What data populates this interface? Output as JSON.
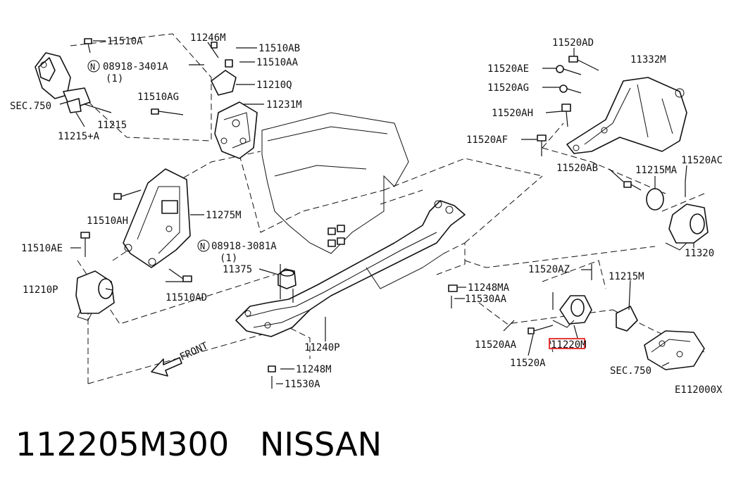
{
  "caption": "112205M300   NISSAN",
  "diagram_id": "E112000X",
  "front_label": "FRONT",
  "highlight_color": "#e53935",
  "labels": {
    "p11510A": "11510A",
    "p11246M": "11246M",
    "p11510AB": "11510AB",
    "p08918_3401A": "08918-3401A",
    "n1_top": "(1)",
    "p11510AA": "11510AA",
    "p11210Q": "11210Q",
    "sec750_left": "SEC.750",
    "p11215": "11215",
    "p11215A": "11215+A",
    "p11510AG": "11510AG",
    "p11231M": "11231M",
    "p11510AH": "11510AH",
    "p11275M": "11275M",
    "p11510AE": "11510AE",
    "p11210P": "11210P",
    "p11510AD": "11510AD",
    "p08918_3081A": "08918-3081A",
    "n1_mid": "(1)",
    "p11375": "11375",
    "p11248M": "11248M",
    "p11530A": "11530A",
    "p11240P": "11240P",
    "p11248MA": "11248MA",
    "p11530AA": "11530AA",
    "p11520AD": "11520AD",
    "p11332M": "11332M",
    "p11520AE": "11520AE",
    "p11520AG": "11520AG",
    "p11520AH": "11520AH",
    "p11520AF": "11520AF",
    "p11520AB": "11520AB",
    "p11215MA": "11215MA",
    "p11520AC": "11520AC",
    "p11320": "11320",
    "p11520AZ": "11520AZ",
    "p11215M": "11215M",
    "p11520AA": "11520AA",
    "p11520A": "11520A",
    "p11220M": "11220M",
    "sec750_right": "SEC.750",
    "n_mark": "N"
  }
}
